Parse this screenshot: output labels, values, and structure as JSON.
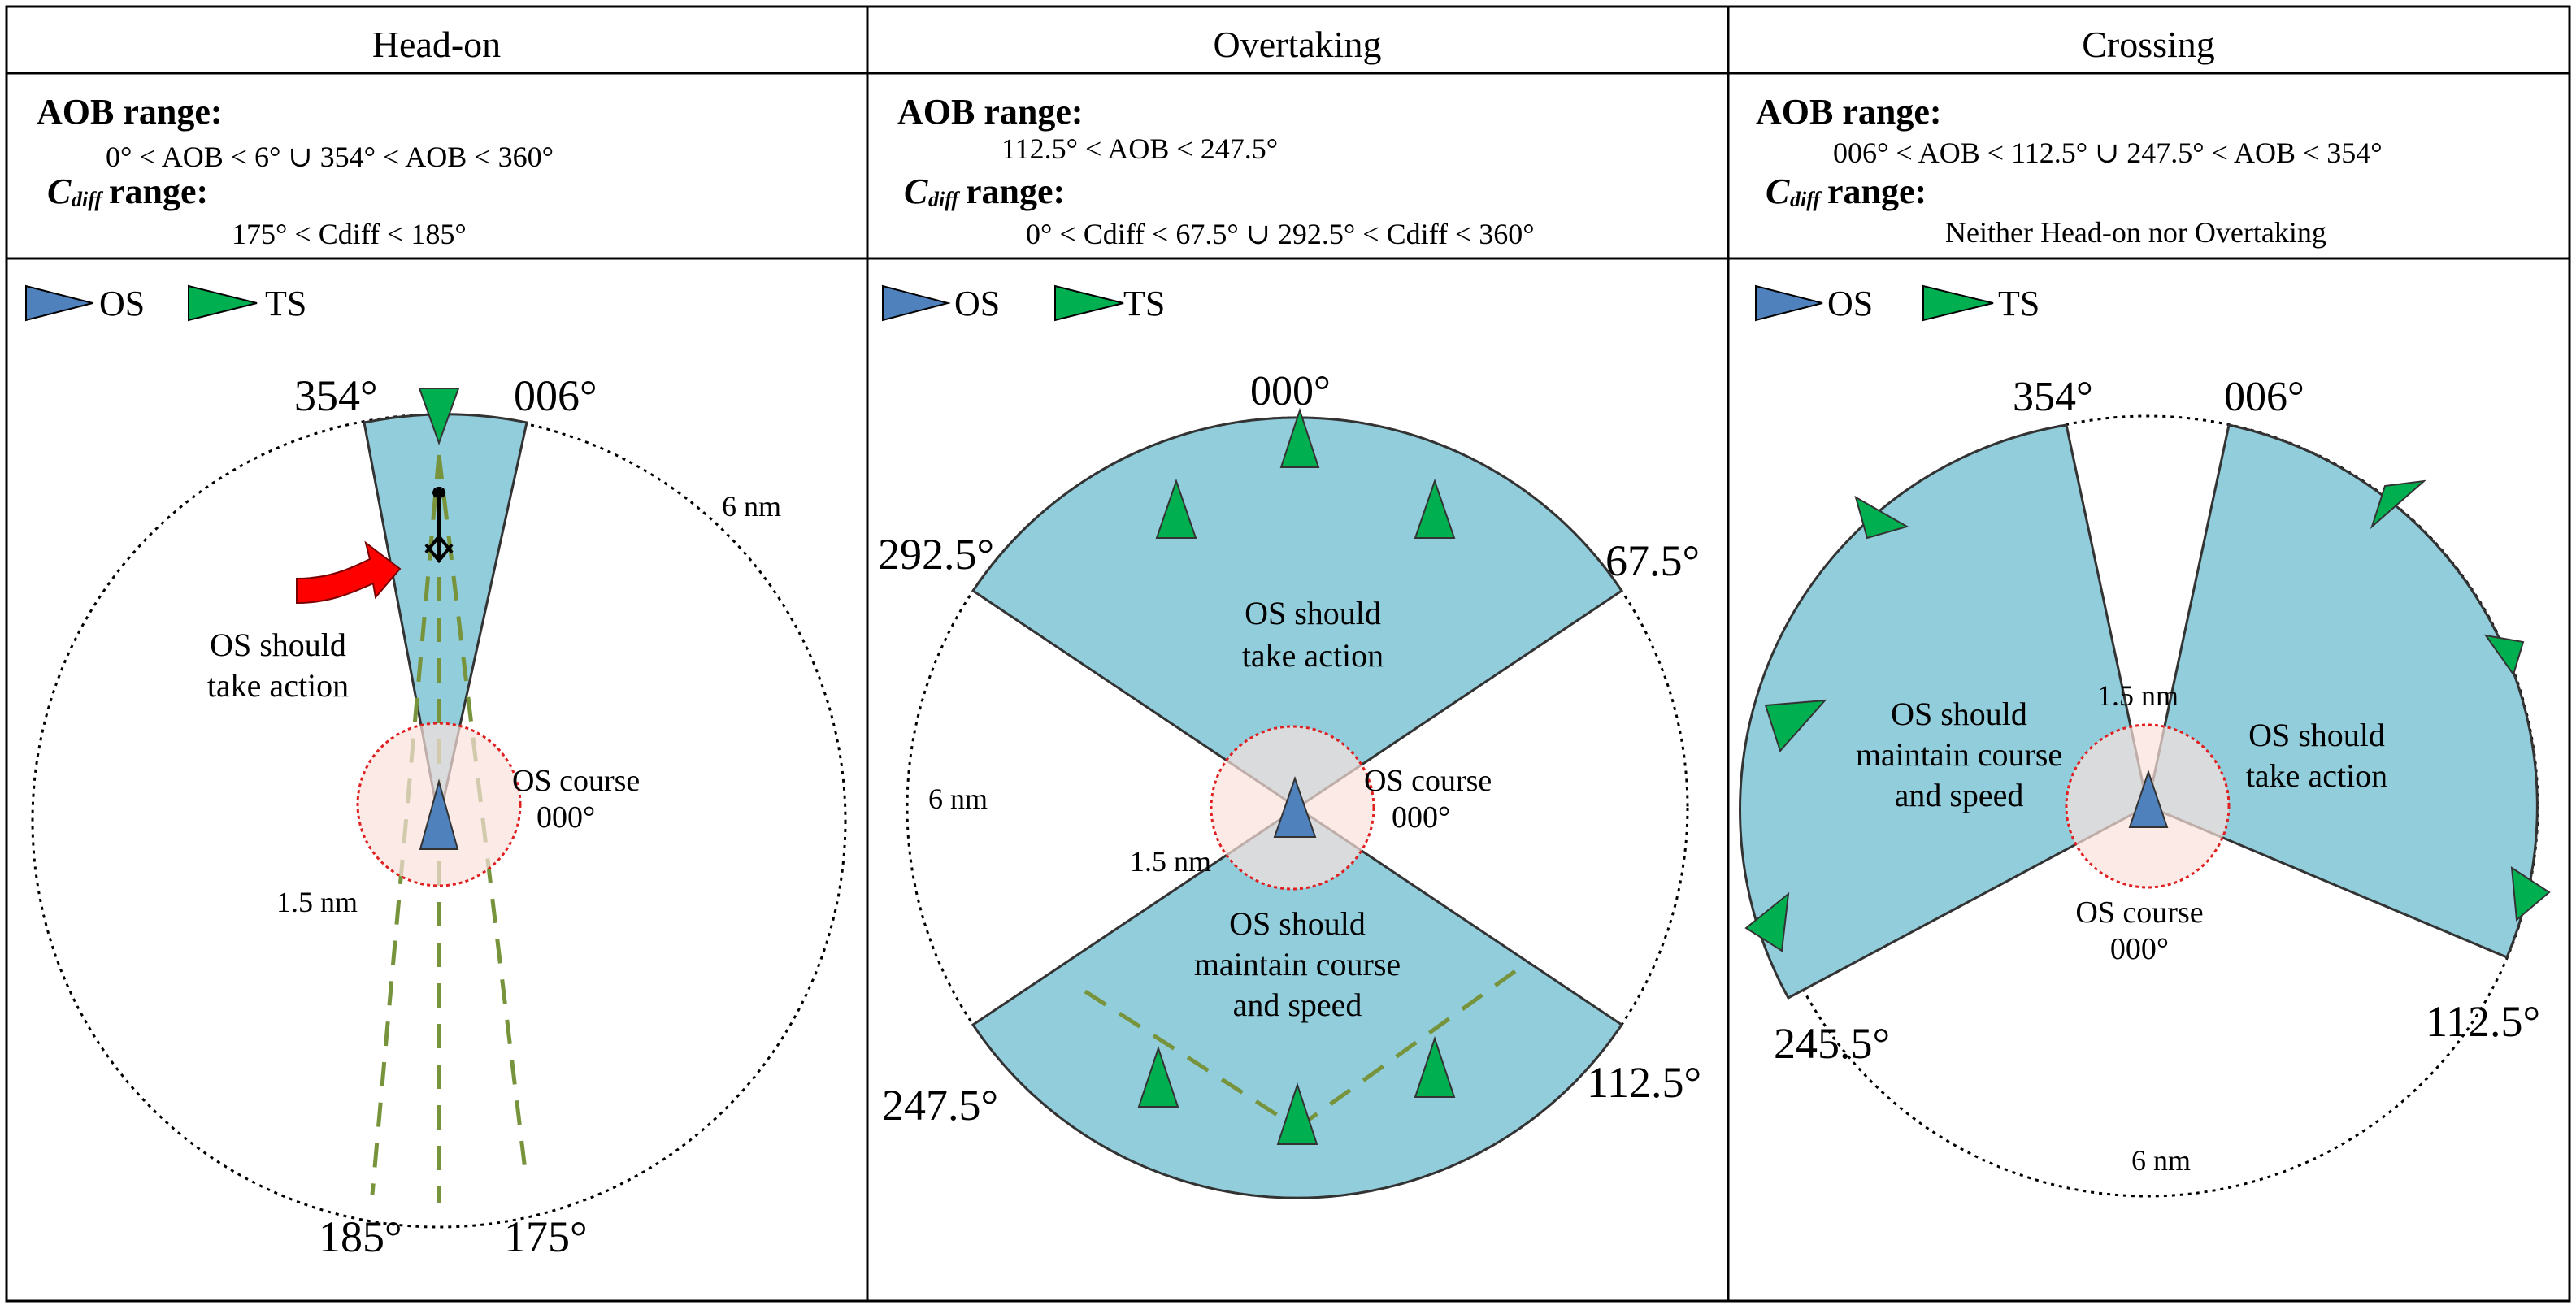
{
  "colors": {
    "sector_fill": "#92cddc",
    "os_fill": "#4f81bd",
    "ts_fill": "#00b050",
    "circle_stroke": "#000000",
    "inner_circle_fill": "#f9e1dc",
    "inner_circle_stroke": "#e02020",
    "dash_line": "#77933c",
    "arrow_red": "#ff0000"
  },
  "legend": {
    "os_label": "OS",
    "ts_label": "TS",
    "os_icon": "os-triangle-icon",
    "ts_icon": "ts-triangle-icon"
  },
  "columns": [
    {
      "header": "Head-on",
      "aob_title": "AOB range:",
      "aob_value": "0° < AOB < 6° ∪  354° < AOB < 360°",
      "cdiff_symbol": "C",
      "cdiff_sub": "diff",
      "cdiff_title": " range:",
      "cdiff_value_html": "175° <  C<tspan font-style='italic'>diff</tspan> < 185°",
      "cdiff_value": "175° <  Cdiff < 185°",
      "bearing_labels": [
        "354°",
        "006°",
        "185°",
        "175°"
      ],
      "outer_radius_label": "6 nm",
      "inner_radius_label": "1.5 nm",
      "course_label_1": "OS course",
      "course_label_2": "000°",
      "action_label_1": "OS should",
      "action_label_2": "take action"
    },
    {
      "header": "Overtaking",
      "aob_title": "AOB range:",
      "aob_value": "112.5° < AOB < 247.5°",
      "cdiff_symbol": "C",
      "cdiff_sub": "diff",
      "cdiff_title": " range:",
      "cdiff_value": "0° <  Cdiff < 67.5° ∪  292.5° <  Cdiff < 360°",
      "bearing_labels": [
        "000°",
        "292.5°",
        "67.5°",
        "247.5°",
        "112.5°"
      ],
      "outer_radius_label": "6 nm",
      "inner_radius_label": "1.5 nm",
      "course_label_1": "OS course",
      "course_label_2": "000°",
      "action_label_1": "OS should",
      "action_label_2": "take action",
      "maintain_label_1": "OS should",
      "maintain_label_2": "maintain course",
      "maintain_label_3": "and speed"
    },
    {
      "header": "Crossing",
      "aob_title": "AOB range:",
      "aob_value": "006° < AOB < 112.5° ∪  247.5° < AOB < 354°",
      "cdiff_symbol": "C",
      "cdiff_sub": "diff",
      "cdiff_title": " range:",
      "cdiff_value": "Neither Head-on nor Overtaking",
      "bearing_labels": [
        "354°",
        "006°",
        "245.5°",
        "112.5°"
      ],
      "outer_radius_label": "6 nm",
      "inner_radius_label": "1.5 nm",
      "course_label_1": "OS course",
      "course_label_2": "000°",
      "action_label_1": "OS should",
      "action_label_2": "take action",
      "maintain_label_1": "OS should",
      "maintain_label_2": "maintain course",
      "maintain_label_3": "and speed"
    }
  ]
}
